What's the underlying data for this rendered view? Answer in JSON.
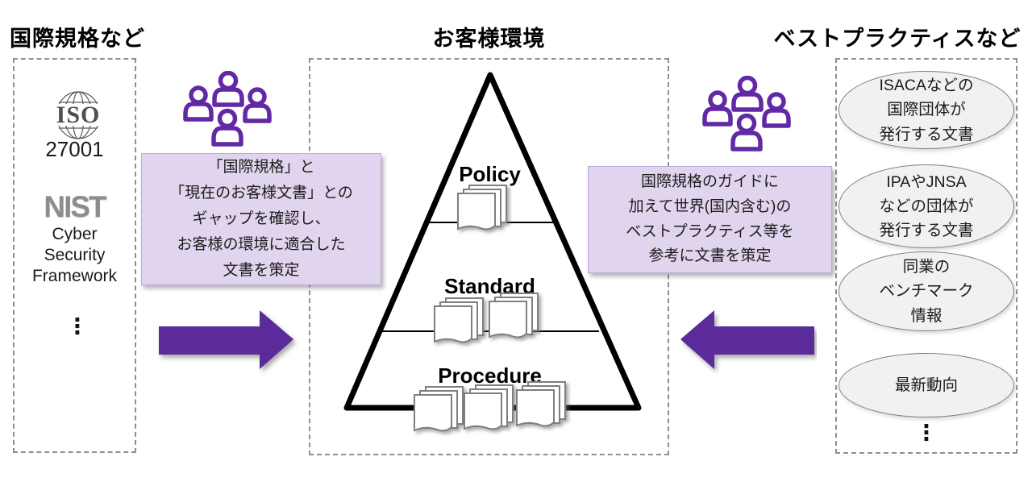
{
  "colors": {
    "arrow_purple": "#5b2a9b",
    "people_purple": "#6129a5",
    "callout_bg": "#e0d4ee",
    "ellipse_bg": "#f1f1f1",
    "dashed_border": "#8f8f8f",
    "pyramid_stroke": "#000000"
  },
  "left_column": {
    "title": "国際規格など",
    "iso_logo_text": "ISO",
    "iso_number": "27001",
    "nist_logo_text": "NIST",
    "nist_caption": "Cyber\nSecurity\nFramework",
    "more_ellipsis": "⋮"
  },
  "center": {
    "title": "お客様環境",
    "levels": [
      {
        "label": "Policy",
        "doc_stacks": 1
      },
      {
        "label": "Standard",
        "doc_stacks": 2
      },
      {
        "label": "Procedure",
        "doc_stacks": 3
      }
    ]
  },
  "right_column": {
    "title": "ベストプラクティスなど",
    "items": [
      {
        "text": "ISACAなどの\n国際団体が\n発行する文書"
      },
      {
        "text": "IPAやJNSA\nなどの団体が\n発行する文書"
      },
      {
        "text": "同業の\nベンチマーク\n情報"
      },
      {
        "text": "最新動向"
      }
    ],
    "more_ellipsis": "⋮"
  },
  "callouts": {
    "left": "「国際規格」と\n「現在のお客様文書」との\nギャップを確認し、\nお客様の環境に適合した\n文書を策定",
    "right": "国際規格のガイドに\n加えて世界(国内含む)の\nベストプラクティス等を\n参考に文書を策定"
  }
}
